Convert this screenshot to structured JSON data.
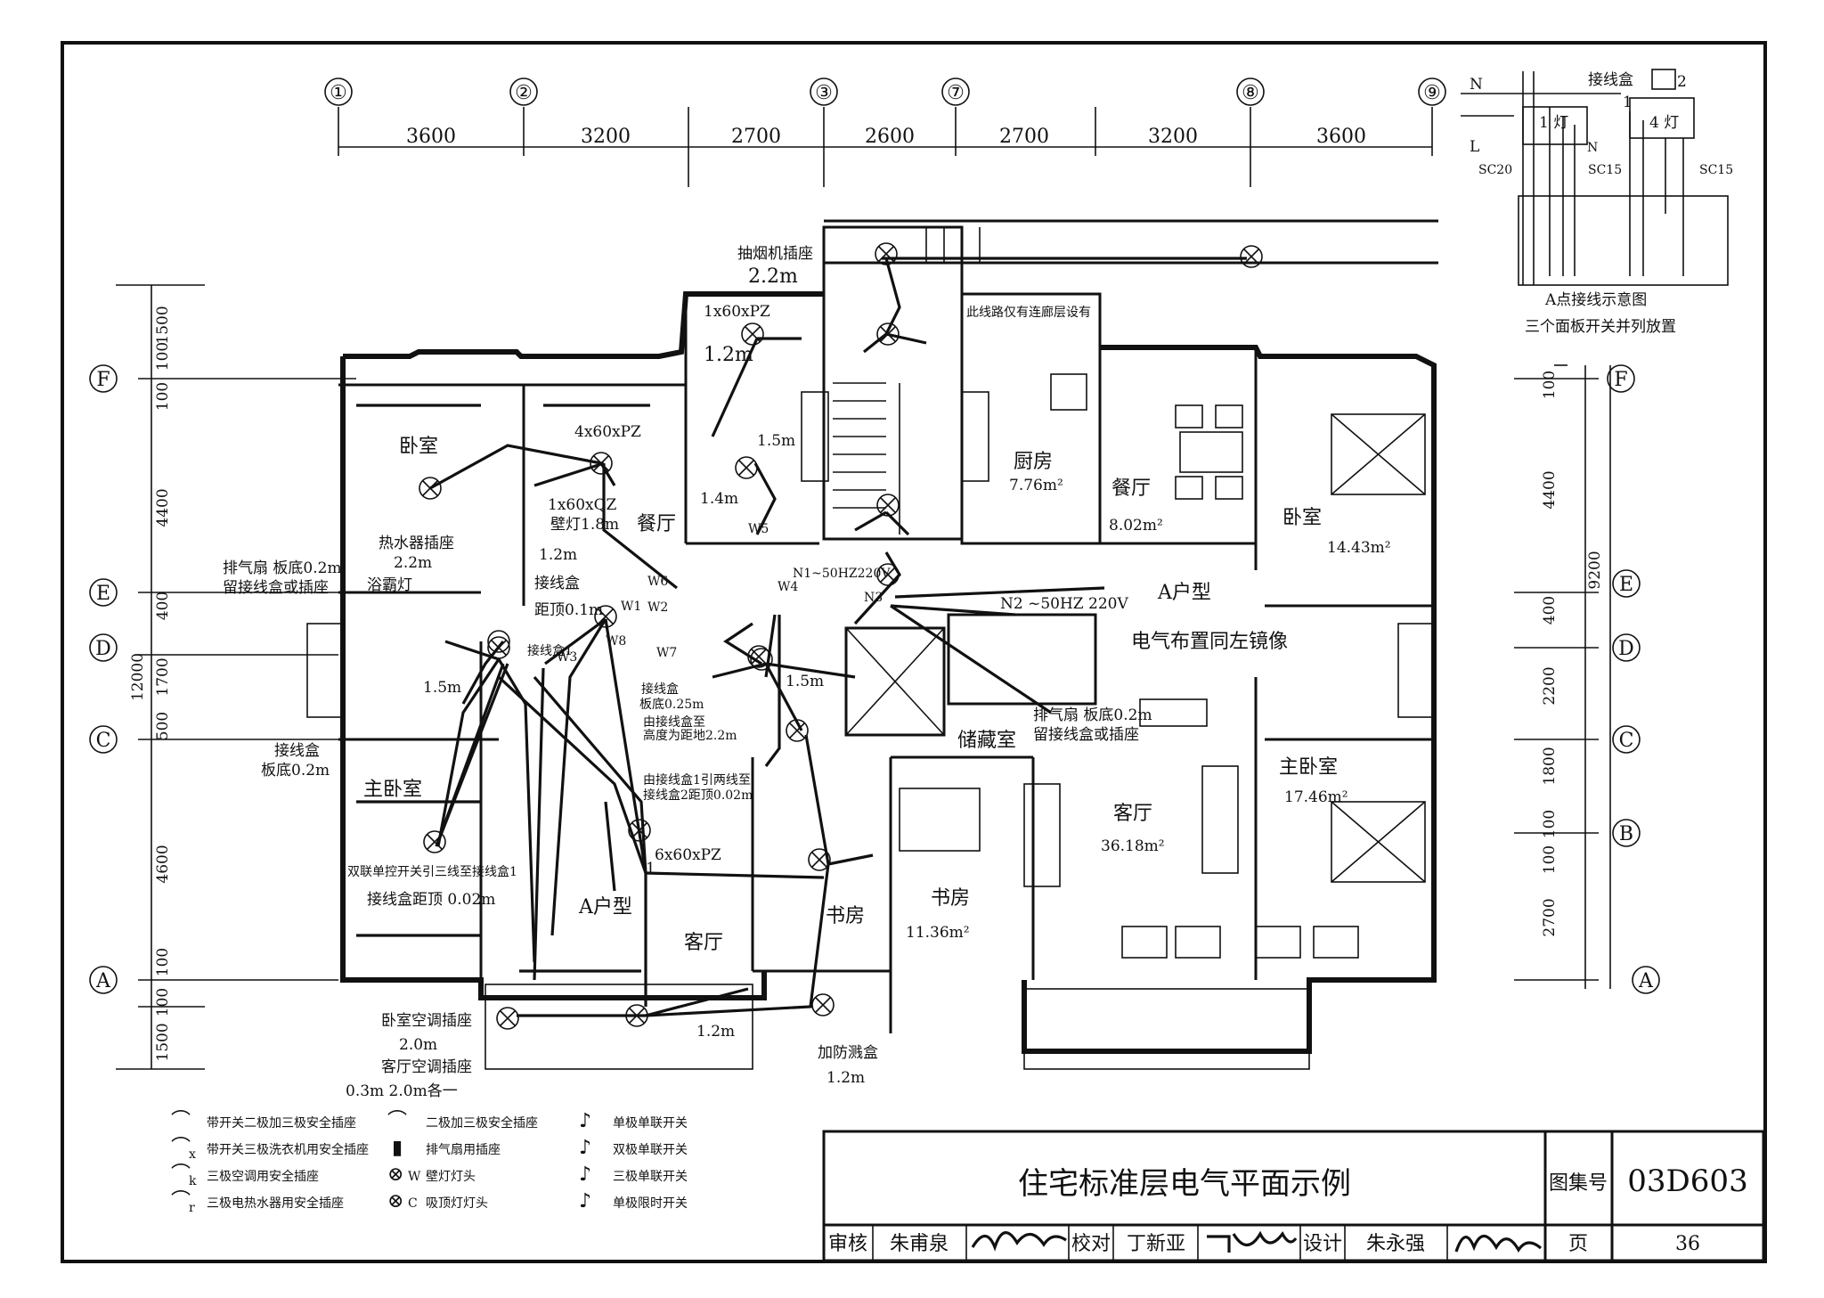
{
  "axes_top": [
    "①",
    "②",
    "③",
    "⑦",
    "⑧",
    "⑨"
  ],
  "dims_top": [
    "3600",
    "3200",
    "2700",
    "2600",
    "2700",
    "3200",
    "3600"
  ],
  "axes_left": [
    "F",
    "E",
    "D",
    "C",
    "A"
  ],
  "dims_left": [
    "1500",
    "100",
    "100",
    "4400",
    "400",
    "1700",
    "500",
    "4600",
    "100",
    "100",
    "1500",
    "12000"
  ],
  "axes_right": [
    "F",
    "E",
    "D",
    "C",
    "B",
    "A"
  ],
  "dims_right": [
    "100",
    "4400",
    "400",
    "2200",
    "1800",
    "100",
    "100",
    "2700",
    "9200"
  ],
  "rooms": {
    "bedroom_l": "卧室",
    "master_l": "主卧室",
    "dining_l": "餐厅",
    "living_l": "客厅",
    "study_l": "书房",
    "type_l": "A户型",
    "kitchen": "厨房",
    "kitchen_area": "7.76m²",
    "dining_r": "餐厅",
    "dining_r_area": "8.02m²",
    "bedroom_r": "卧室",
    "bedroom_r_area": "14.43m²",
    "type_r": "A户型",
    "mirror_note": "电气布置同左镜像",
    "storage": "储藏室",
    "living_r": "客厅",
    "living_r_area": "36.18m²",
    "study_r": "书房",
    "study_r_area": "11.36m²",
    "master_r": "主卧室",
    "master_r_area": "17.46m²"
  },
  "annotations": {
    "hood": "抽烟机插座",
    "hood_h": "2.2m",
    "lamp1": "1x60xPZ",
    "h_1_2": "1.2m",
    "lamp4": "4x60xPZ",
    "lamp_qz": "1x60xQZ",
    "wall_lamp": "壁灯1.8m",
    "h_1_2b": "1.2m",
    "h_1_5": "1.5m",
    "h_1_4": "1.4m",
    "heater": "热水器插座",
    "heater_h": "2.2m",
    "bath_lamp": "浴霸灯",
    "exhaust_l": "排气扇 板底0.2m",
    "exhaust_l2": "留接线盒或插座",
    "jbox": "接线盒",
    "jbox_d": "距顶0.1m",
    "w2": "W2",
    "w4": "W4",
    "w5": "W5",
    "w6": "W6",
    "w1": "W1",
    "w3": "W3",
    "w7": "W7",
    "w8": "W8",
    "n1": "N1~50HZ220V",
    "n2": "N2 ~50HZ 220V",
    "n3": "N3",
    "jbox1": "接线盒1",
    "h_1_5b": "1.5m",
    "jbox_l": "接线盒",
    "jbox_l2": "板底0.2m",
    "dual_sw": "双联单控开关引三线至接线盒1",
    "jbox_gap": "接线盒距顶 0.02m",
    "lamp6": "6x60xPZ",
    "ac_bed": "卧室空调插座",
    "ac_bed_h": "2.0m",
    "ac_liv": "客厅空调插座",
    "ac_liv_h": "0.3m  2.0m各一",
    "h_1_2c": "1.2m",
    "protect": "加防溅盒",
    "protect_h": "1.2m",
    "exhaust_r": "排气扇 板底0.2m",
    "exhaust_r2": "留接线盒或插座",
    "stair_note": "此线路仅有连廊层设有",
    "small1": "接线盒",
    "small2": "板底0.25m",
    "small3": "由接线盒至",
    "small4": "高度为距地2.2m",
    "small5": "由接线盒1引两线至",
    "small6": "接线盒2距顶0.02m",
    "one": "1",
    "h_1_5c": "1.5m"
  },
  "legend": [
    {
      "sym": "⌒",
      "sub": "",
      "text": "带开关二极加三极安全插座"
    },
    {
      "sym": "⌒",
      "sub": "x",
      "text": "带开关三极洗衣机用安全插座"
    },
    {
      "sym": "⌒",
      "sub": "k",
      "text": "三极空调用安全插座"
    },
    {
      "sym": "⌒",
      "sub": "r",
      "text": "三极电热水器用安全插座"
    },
    {
      "sym": "⌒",
      "sub": "",
      "text": "二极加三极安全插座"
    },
    {
      "sym": "▮",
      "sub": "",
      "text": "排气扇用插座"
    },
    {
      "sym": "⊗",
      "sub": "W",
      "text": "壁灯灯头"
    },
    {
      "sym": "⊗",
      "sub": "C",
      "text": "吸顶灯灯头"
    },
    {
      "sym": "♪",
      "sub": "",
      "text": "单极单联开关"
    },
    {
      "sym": "♪",
      "sub": "",
      "text": "双极单联开关"
    },
    {
      "sym": "♪",
      "sub": "",
      "text": "三极单联开关"
    },
    {
      "sym": "♪",
      "sub": "",
      "text": "单极限时开关"
    }
  ],
  "inset": {
    "jbox": "接线盒",
    "n": "N",
    "l": "L",
    "lamp1": "1 灯",
    "lamp4": "4 灯",
    "sc20": "SC20",
    "sc15a": "SC15",
    "sc15b": "SC15",
    "num1": "1",
    "num2": "2",
    "caption1": "A点接线示意图",
    "caption2": "三个面板开关并列放置"
  },
  "title_block": {
    "title": "住宅标准层电气平面示例",
    "atlas_label": "图集号",
    "atlas_no": "03D603",
    "review": "审核",
    "reviewer": "朱甫泉",
    "check": "校对",
    "checker": "丁新亚",
    "design": "设计",
    "designer": "朱永强",
    "page_label": "页",
    "page_no": "36"
  }
}
